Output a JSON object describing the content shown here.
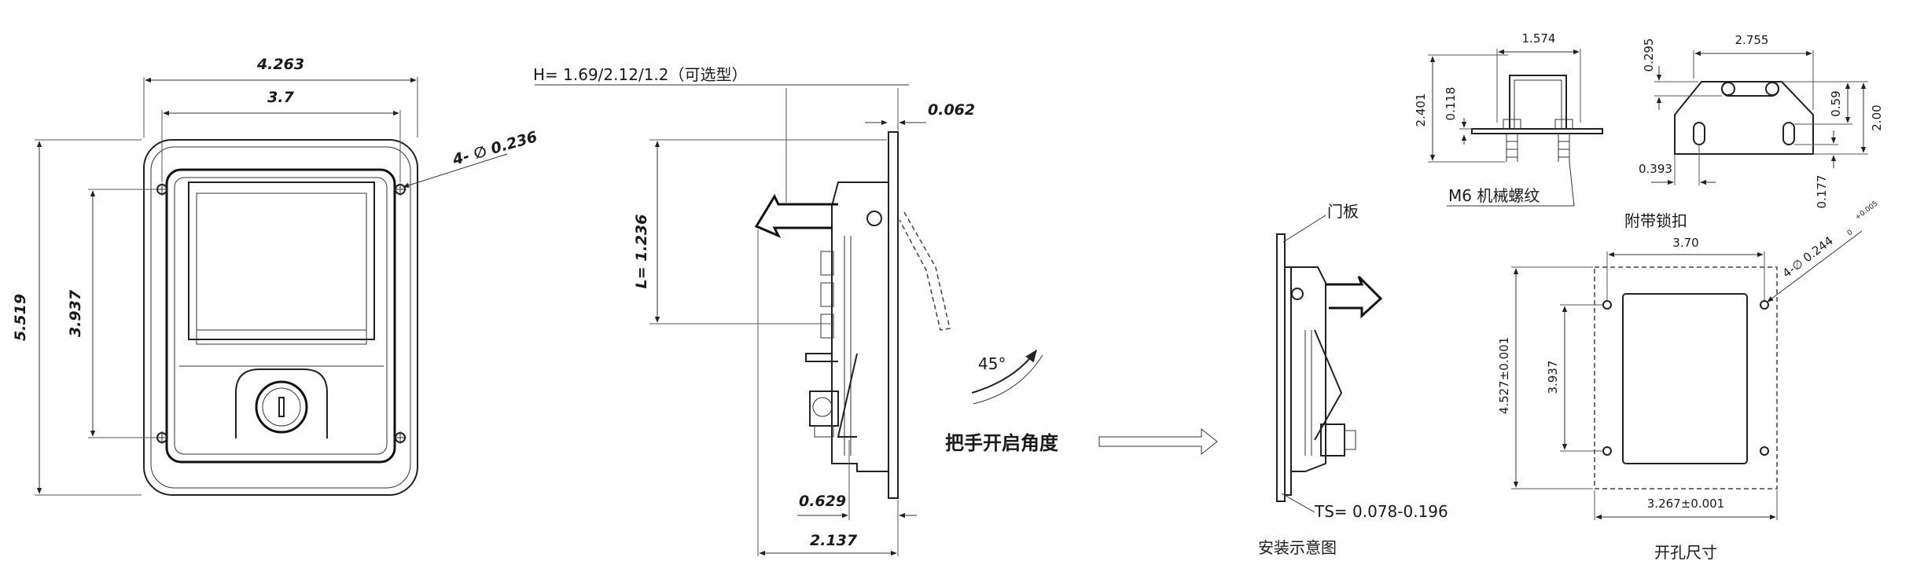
{
  "front_view": {
    "overall_width": "4.263",
    "inner_width": "3.7",
    "overall_height": "5.519",
    "inner_height": "3.937",
    "hole_callout": "4- ∅ 0.236"
  },
  "side_view": {
    "handle_height": "H= 1.69/2.12/1.2（可选型）",
    "flange_thickness": "0.062",
    "handle_length": "L= 1.236",
    "depth_small": "0.629",
    "depth_total": "2.137",
    "open_angle": "45°",
    "caption": "把手开启角度"
  },
  "install_view": {
    "door_panel_label": "门板",
    "panel_thickness": "TS= 0.078-0.196",
    "caption": "安装示意图"
  },
  "bracket_view": {
    "width_top": "1.574",
    "height_total": "2.401",
    "height_small": "0.118",
    "thread_label": "M6 机械螺纹"
  },
  "clasp_view": {
    "width_top": "2.755",
    "offset_top": "0.295",
    "height_right": "0.59",
    "height_total": "2.00",
    "offset_left": "0.393",
    "offset_bottom": "0.177",
    "label": "附带锁扣"
  },
  "cutout_view": {
    "hole_spacing_w": "3.70",
    "hole_callout": "4-∅ 0.244",
    "tol_upper": "+0.005",
    "tol_lower": "0",
    "height_outer": "4.527±0.001",
    "height_holes": "3.937",
    "width_outer": "3.267±0.001",
    "caption": "开孔尺寸"
  }
}
